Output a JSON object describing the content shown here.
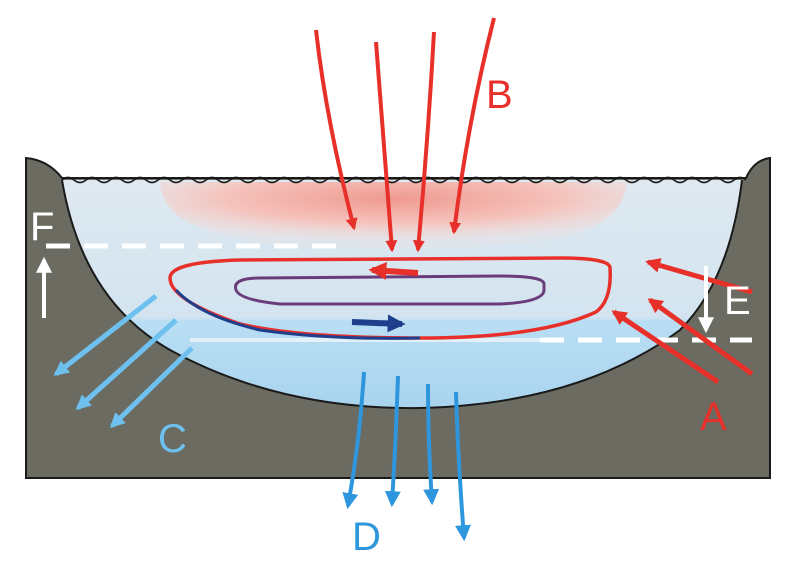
{
  "labels": {
    "a": "A",
    "b": "B",
    "c": "C",
    "d": "D",
    "e": "E",
    "f": "F"
  },
  "colors": {
    "rock": "#6b6b62",
    "water_light": "#dbe9f3",
    "water_deep": "#a9d4ee",
    "warm_plume": "#f2b5ae",
    "red": "#e8302a",
    "light_blue": "#6ec1ee",
    "mid_blue": "#2d96dc",
    "dark_blue": "#1f3f8c",
    "purple": "#6a3d7a",
    "white": "#ffffff",
    "outline": "#1a1a1a"
  }
}
